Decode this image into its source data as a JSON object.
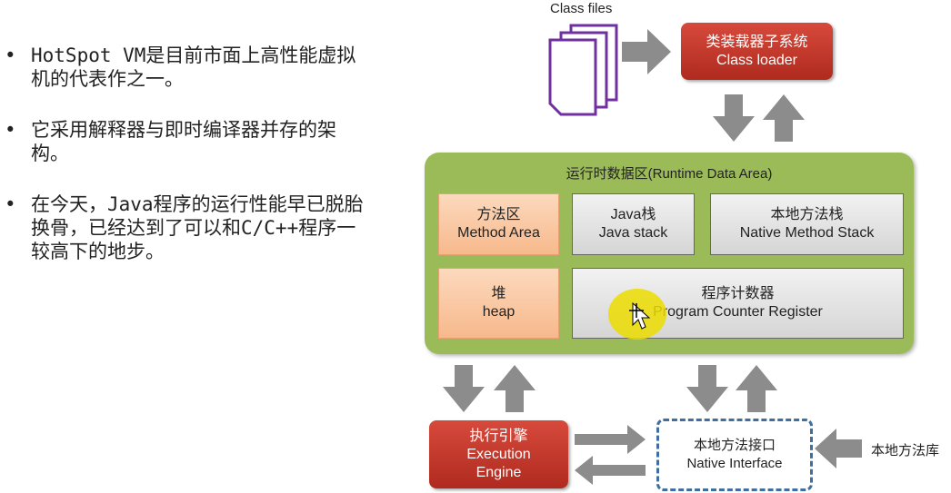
{
  "bullets": [
    "HotSpot VM是目前市面上高性能虚拟机的代表作之一。",
    "它采用解释器与即时编译器并存的架构。",
    "在今天，Java程序的运行性能早已脱胎换骨，已经达到了可以和C/C++程序一较高下的地步。"
  ],
  "bullet_mark": "•",
  "class_files": "Class files",
  "class_loader": {
    "zh": "类装载器子系统",
    "en": "Class loader"
  },
  "runtime_data_area": {
    "title": "运行时数据区(Runtime Data Area)",
    "method_area": {
      "zh": "方法区",
      "en": "Method Area"
    },
    "java_stack": {
      "zh": "Java栈",
      "en": "Java stack"
    },
    "native_method_stack": {
      "zh": "本地方法栈",
      "en": "Native Method Stack"
    },
    "heap": {
      "zh": "堆",
      "en": "heap"
    },
    "pc_register": {
      "zh": "程序计数器",
      "en": "Program Counter Register"
    }
  },
  "execution_engine": {
    "line1": "执行引擎",
    "line2": "Execution",
    "line3": "Engine"
  },
  "native_interface": {
    "zh": "本地方法接口",
    "en": "Native Interface"
  },
  "native_library": "本地方法库",
  "colors": {
    "red_box": "#c0392b",
    "runtime_area": "#9bbb59",
    "orange_cell": "#f7b98c",
    "gray_cell": "#d9d9d9",
    "arrow": "#8c8c8c",
    "dashed_border": "#3f6fa0",
    "doc_icon": "#7030a0"
  }
}
